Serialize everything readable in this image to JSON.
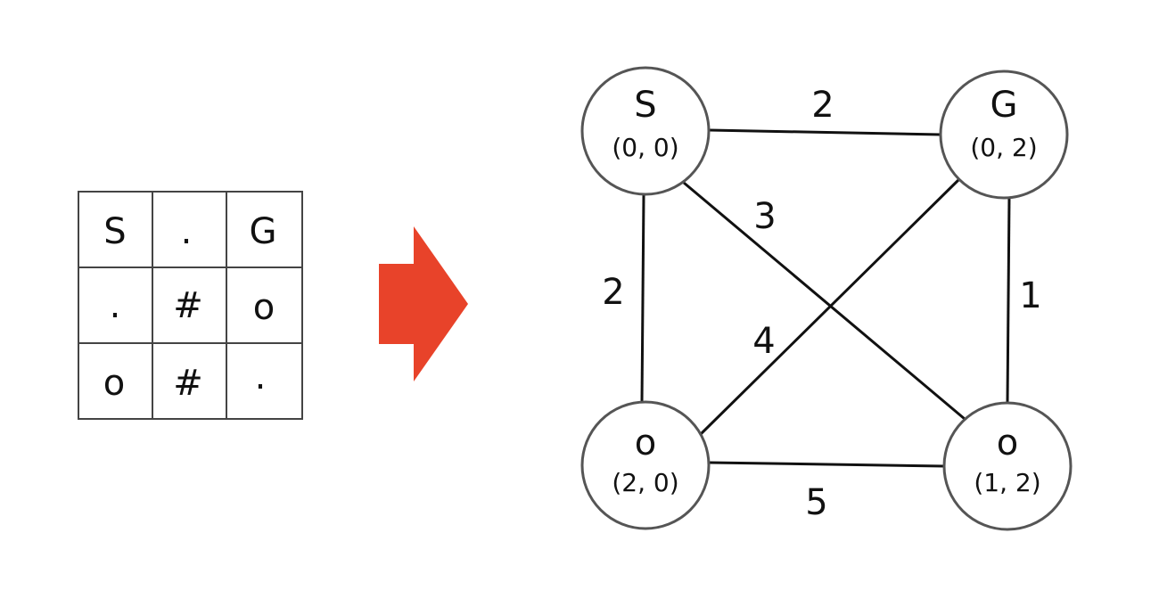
{
  "grid": {
    "rows": [
      [
        "S",
        ".",
        "G"
      ],
      [
        ".",
        "#",
        "o"
      ],
      [
        "o",
        "#",
        "."
      ]
    ]
  },
  "arrow": {
    "color": "#e8432a"
  },
  "graph": {
    "nodes": [
      {
        "id": "s",
        "label": "S",
        "coord": "(0, 0)"
      },
      {
        "id": "g",
        "label": "G",
        "coord": "(0, 2)"
      },
      {
        "id": "o20",
        "label": "o",
        "coord": "(2, 0)"
      },
      {
        "id": "o12",
        "label": "o",
        "coord": "(1, 2)"
      }
    ],
    "edges": [
      {
        "from": "s",
        "to": "g",
        "weight": "2"
      },
      {
        "from": "s",
        "to": "o20",
        "weight": "2"
      },
      {
        "from": "s",
        "to": "o12",
        "weight": "3"
      },
      {
        "from": "g",
        "to": "o20",
        "weight": "4"
      },
      {
        "from": "g",
        "to": "o12",
        "weight": "1"
      },
      {
        "from": "o20",
        "to": "o12",
        "weight": "5"
      }
    ]
  }
}
